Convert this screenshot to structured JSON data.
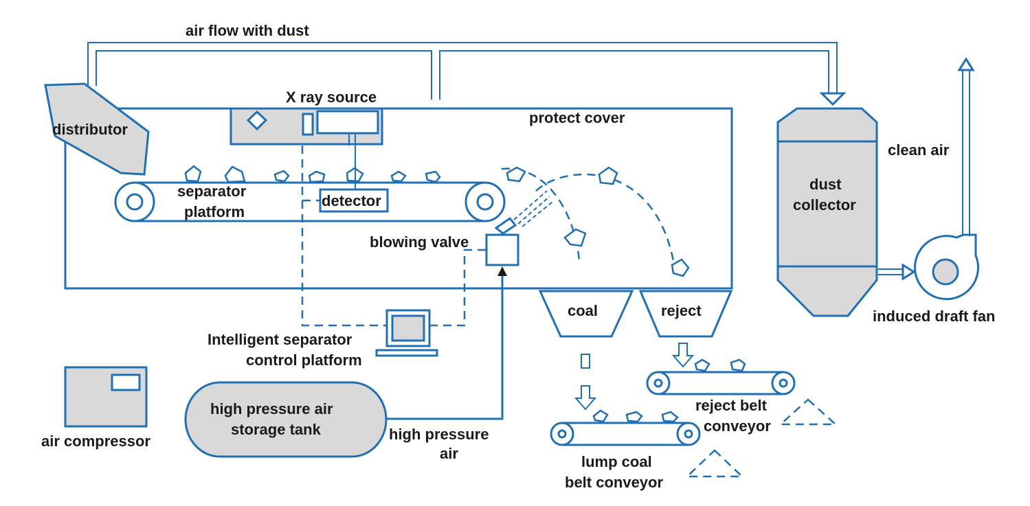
{
  "labels": {
    "air_flow": "air flow with dust",
    "xray": "X ray source",
    "protect_cover": "protect cover",
    "distributor": "distributor",
    "separator_1": "separator",
    "separator_2": "platform",
    "detector": "detector",
    "blowing_valve": "blowing valve",
    "control_1": "Intelligent separator",
    "control_2": "control platform",
    "air_compressor": "air compressor",
    "tank_1": "high pressure air",
    "tank_2": "storage tank",
    "hp_air_1": "high pressure",
    "hp_air_2": "air",
    "coal": "coal",
    "reject": "reject",
    "reject_belt_1": "reject belt",
    "reject_belt_2": "conveyor",
    "lump_belt_1": "lump coal",
    "lump_belt_2": "belt conveyor",
    "dust_1": "dust",
    "dust_2": "collector",
    "clean_air": "clean air",
    "fan": "induced draft fan"
  },
  "colors": {
    "line": "#1f6fb2",
    "fill": "#d9d9d9",
    "text": "#1a1a1a"
  }
}
